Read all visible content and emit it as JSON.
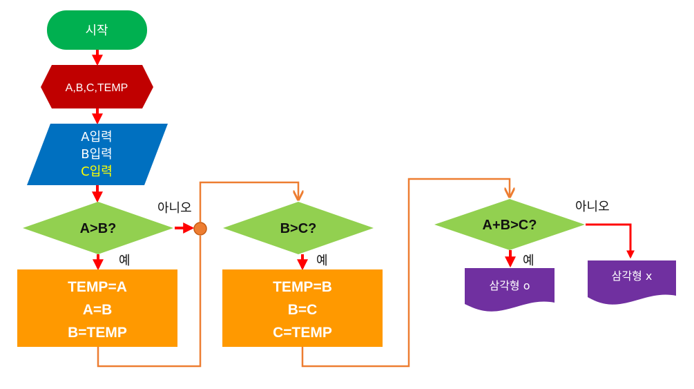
{
  "colors": {
    "start": "#00b050",
    "declare": "#c00000",
    "input": "#0070c0",
    "decision": "#92d050",
    "process": "#ff9900",
    "output": "#7030a0",
    "red_arrow": "#ff0000",
    "orange_line": "#ed7d31",
    "input_highlight": "#ffff00"
  },
  "nodes": {
    "start": {
      "label": "시작"
    },
    "declare": {
      "label": "A,B,C,TEMP"
    },
    "input": {
      "lines": [
        "A입력",
        "B입력",
        "C입력"
      ]
    },
    "decision1": {
      "label": "A>B?"
    },
    "process1": {
      "lines": [
        "TEMP=A",
        "A=B",
        "B=TEMP"
      ]
    },
    "decision2": {
      "label": "B>C?"
    },
    "process2": {
      "lines": [
        "TEMP=B",
        "B=C",
        "C=TEMP"
      ]
    },
    "decision3": {
      "label": "A+B>C?"
    },
    "output_yes": {
      "label": "삼각형 o"
    },
    "output_no": {
      "label": "삼각형 x"
    }
  },
  "labels": {
    "d1_no": "아니오",
    "d1_yes": "예",
    "d2_yes": "예",
    "d3_yes": "예",
    "d3_no": "아니오"
  }
}
